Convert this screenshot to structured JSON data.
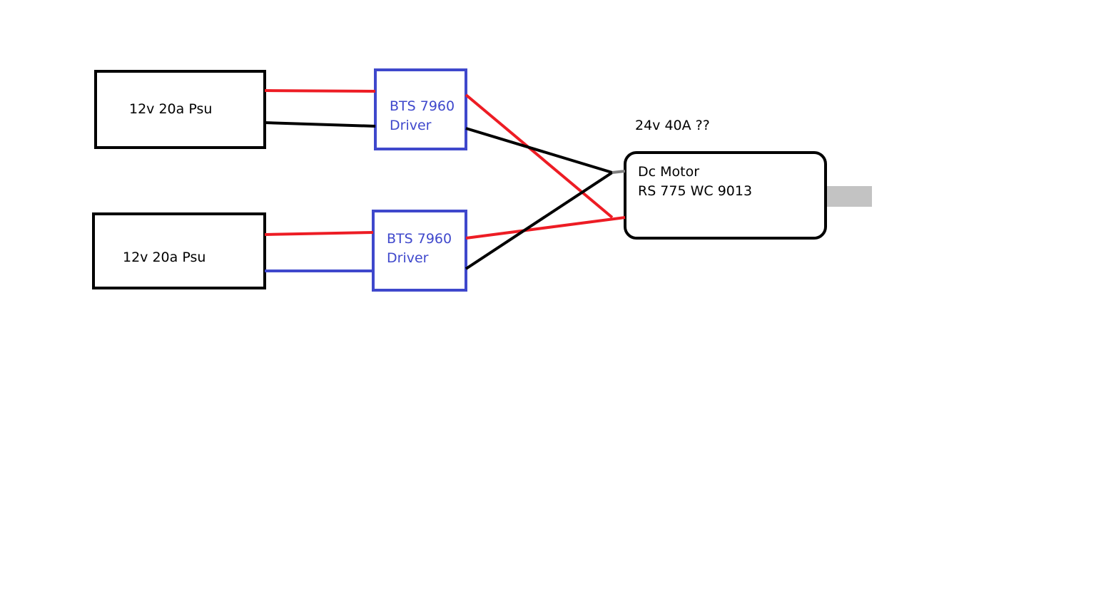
{
  "psu_top": {
    "label": "12v 20a Psu"
  },
  "psu_bottom": {
    "label": "12v 20a Psu"
  },
  "driver_top": {
    "line1": "BTS 7960",
    "line2": "Driver"
  },
  "driver_bottom": {
    "line1": "BTS 7960",
    "line2": "Driver"
  },
  "motor": {
    "line1": "Dc Motor",
    "line2": "RS 775 WC 9013"
  },
  "voltage_note": "24v 40A ??",
  "colors": {
    "box_border": "#000000",
    "driver_border": "#3f48cc",
    "driver_text": "#3f48cc",
    "wire_red": "#ed1c24",
    "wire_black": "#000000",
    "wire_blue": "#3f48cc",
    "terminal": "#7f7f7f",
    "shaft": "#c3c3c3"
  }
}
